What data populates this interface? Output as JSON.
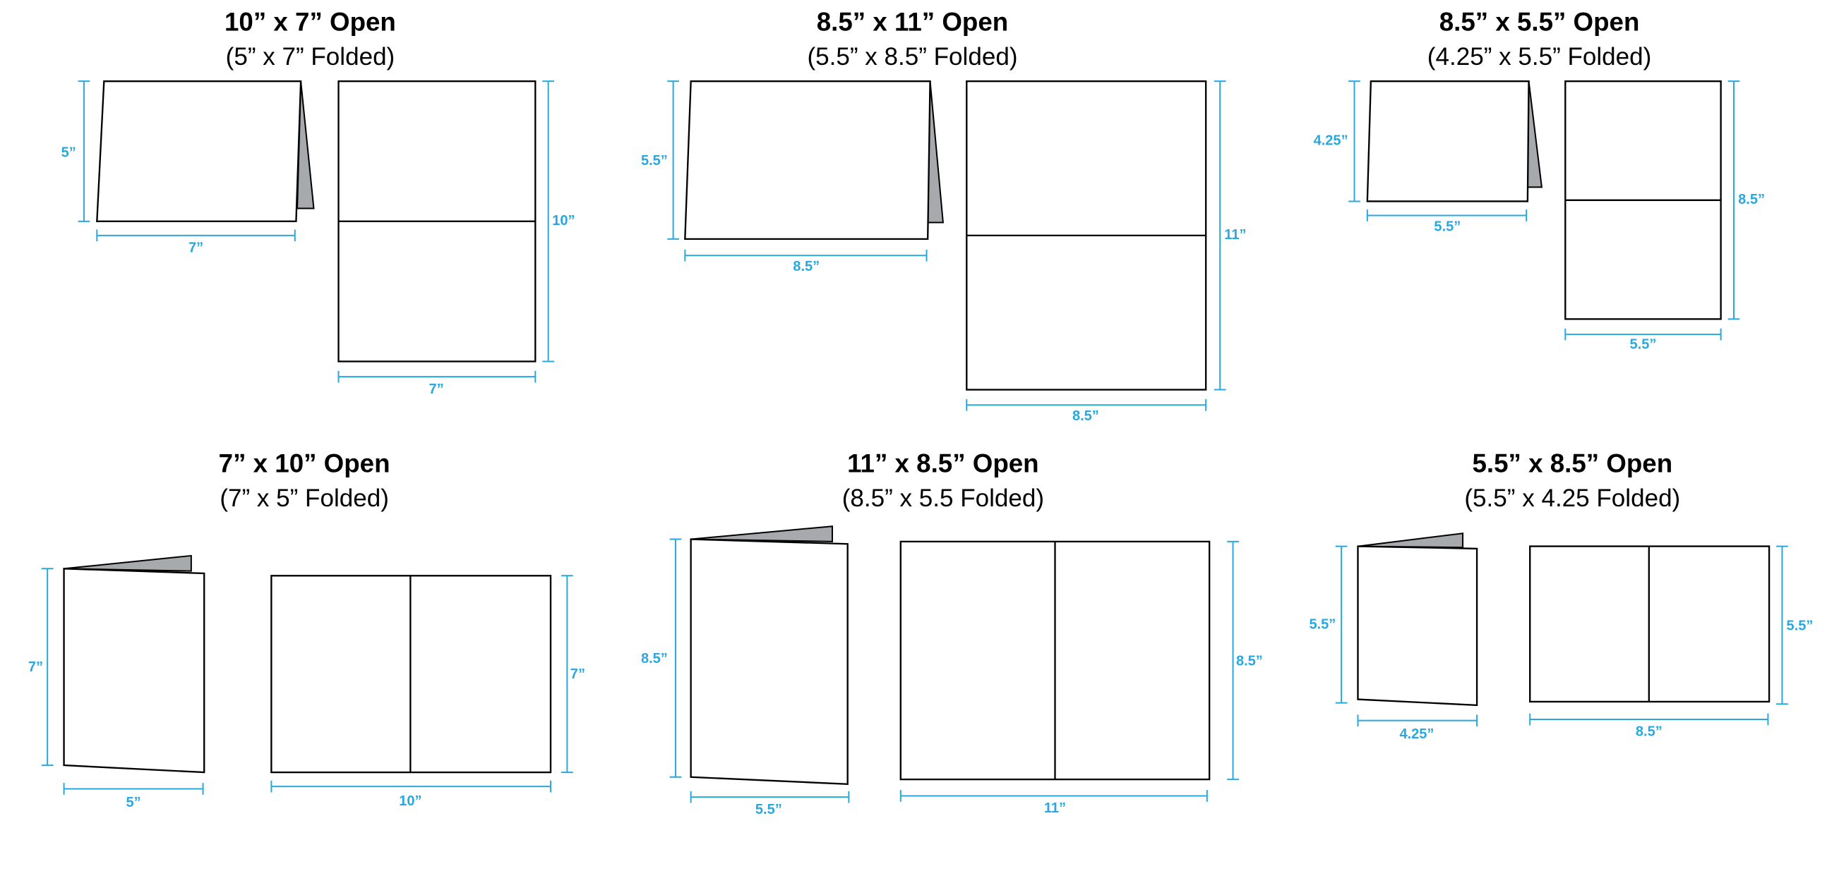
{
  "colors": {
    "dimension": "#29a8e0",
    "flap": "#a7a9ac",
    "outline": "#000000"
  },
  "panels": [
    {
      "title": "10” x 7” Open",
      "subtitle": "(5” x 7” Folded)",
      "folded_height": "5”",
      "folded_width": "7”",
      "open_height": "10”",
      "open_width": "7”"
    },
    {
      "title": "8.5” x 11” Open",
      "subtitle": "(5.5” x 8.5” Folded)",
      "folded_height": "5.5”",
      "folded_width": "8.5”",
      "open_height": "11”",
      "open_width": "8.5”"
    },
    {
      "title": "8.5” x 5.5” Open",
      "subtitle": "(4.25” x 5.5” Folded)",
      "folded_height": "4.25”",
      "folded_width": "5.5”",
      "open_height": "8.5”",
      "open_width": "5.5”"
    },
    {
      "title": "7” x 10” Open",
      "subtitle": "(7” x 5” Folded)",
      "folded_height": "7”",
      "folded_width": "5”",
      "open_height": "7”",
      "open_width": "10”"
    },
    {
      "title": "11” x 8.5” Open",
      "subtitle": "(8.5” x 5.5 Folded)",
      "folded_height": "8.5”",
      "folded_width": "5.5”",
      "open_height": "8.5”",
      "open_width": "11”"
    },
    {
      "title": "5.5” x 8.5” Open",
      "subtitle": "(5.5” x 4.25 Folded)",
      "folded_height": "5.5”",
      "folded_width": "4.25”",
      "open_height": "5.5”",
      "open_width": "8.5”"
    }
  ]
}
